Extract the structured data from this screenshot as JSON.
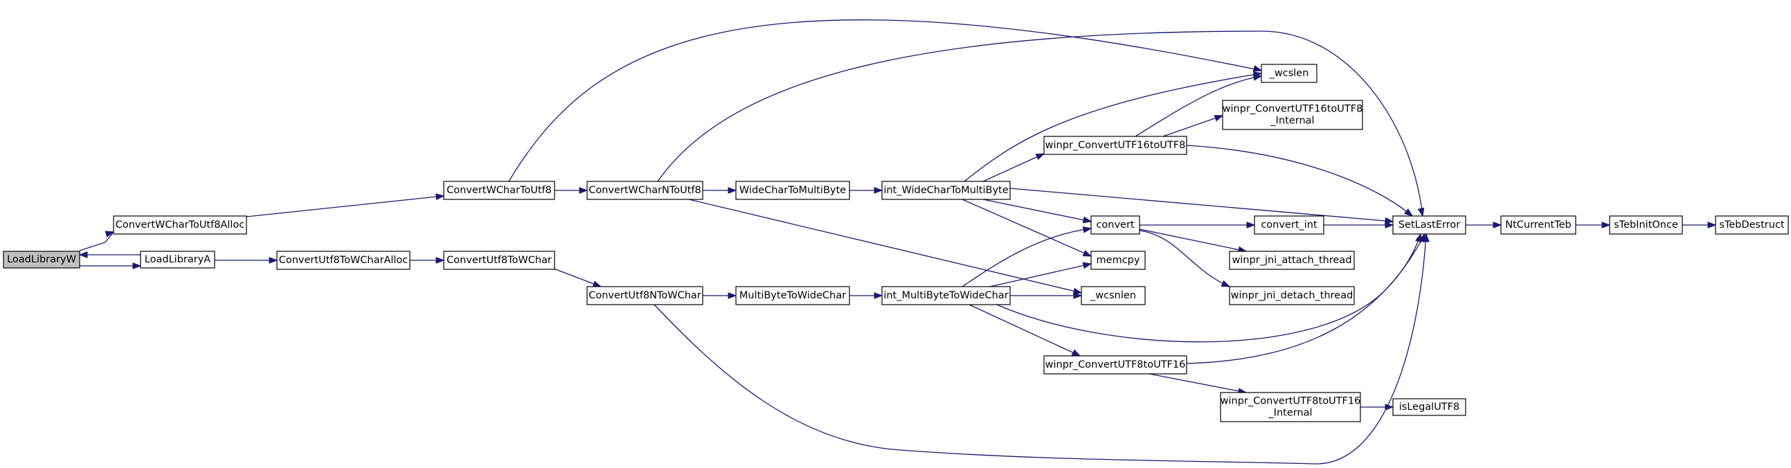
{
  "graph": {
    "nodes": [
      {
        "id": "LoadLibraryW",
        "lines": [
          "LoadLibraryW"
        ],
        "root": true
      },
      {
        "id": "ConvertWCharToUtf8Alloc",
        "lines": [
          "ConvertWCharToUtf8Alloc"
        ]
      },
      {
        "id": "LoadLibraryA",
        "lines": [
          "LoadLibraryA"
        ]
      },
      {
        "id": "ConvertWCharToUtf8",
        "lines": [
          "ConvertWCharToUtf8"
        ]
      },
      {
        "id": "ConvertUtf8ToWCharAlloc",
        "lines": [
          "ConvertUtf8ToWCharAlloc"
        ]
      },
      {
        "id": "ConvertUtf8ToWChar",
        "lines": [
          "ConvertUtf8ToWChar"
        ]
      },
      {
        "id": "ConvertWCharNToUtf8",
        "lines": [
          "ConvertWCharNToUtf8"
        ]
      },
      {
        "id": "ConvertUtf8NToWChar",
        "lines": [
          "ConvertUtf8NToWChar"
        ]
      },
      {
        "id": "WideCharToMultiByte",
        "lines": [
          "WideCharToMultiByte"
        ]
      },
      {
        "id": "MultiByteToWideChar",
        "lines": [
          "MultiByteToWideChar"
        ]
      },
      {
        "id": "int_WideCharToMultiByte",
        "lines": [
          "int_WideCharToMultiByte"
        ]
      },
      {
        "id": "int_MultiByteToWideChar",
        "lines": [
          "int_MultiByteToWideChar"
        ]
      },
      {
        "id": "_wcslen",
        "lines": [
          "_wcslen"
        ]
      },
      {
        "id": "winpr_ConvertUTF16toUTF8_Internal",
        "lines": [
          "winpr_ConvertUTF16toUTF8",
          "_Internal"
        ]
      },
      {
        "id": "winpr_ConvertUTF16toUTF8",
        "lines": [
          "winpr_ConvertUTF16toUTF8"
        ]
      },
      {
        "id": "convert",
        "lines": [
          "convert"
        ]
      },
      {
        "id": "convert_int",
        "lines": [
          "convert_int"
        ]
      },
      {
        "id": "memcpy",
        "lines": [
          "memcpy"
        ]
      },
      {
        "id": "winpr_jni_attach_thread",
        "lines": [
          "winpr_jni_attach_thread"
        ]
      },
      {
        "id": "_wcsnlen",
        "lines": [
          "_wcsnlen"
        ]
      },
      {
        "id": "winpr_jni_detach_thread",
        "lines": [
          "winpr_jni_detach_thread"
        ]
      },
      {
        "id": "winpr_ConvertUTF8toUTF16",
        "lines": [
          "winpr_ConvertUTF8toUTF16"
        ]
      },
      {
        "id": "winpr_ConvertUTF8toUTF16_Internal",
        "lines": [
          "winpr_ConvertUTF8toUTF16",
          "_Internal"
        ]
      },
      {
        "id": "isLegalUTF8",
        "lines": [
          "isLegalUTF8"
        ]
      },
      {
        "id": "SetLastError",
        "lines": [
          "SetLastError"
        ]
      },
      {
        "id": "NtCurrentTeb",
        "lines": [
          "NtCurrentTeb"
        ]
      },
      {
        "id": "sTebInitOnce",
        "lines": [
          "sTebInitOnce"
        ]
      },
      {
        "id": "sTebDestruct",
        "lines": [
          "sTebDestruct"
        ]
      }
    ],
    "edges": [
      {
        "from": "LoadLibraryW",
        "to": "ConvertWCharToUtf8Alloc"
      },
      {
        "from": "LoadLibraryW",
        "to": "LoadLibraryA"
      },
      {
        "from": "LoadLibraryA",
        "to": "LoadLibraryW"
      },
      {
        "from": "LoadLibraryA",
        "to": "ConvertUtf8ToWCharAlloc"
      },
      {
        "from": "ConvertWCharToUtf8Alloc",
        "to": "ConvertWCharToUtf8"
      },
      {
        "from": "ConvertWCharToUtf8",
        "to": "ConvertWCharNToUtf8"
      },
      {
        "from": "ConvertWCharToUtf8",
        "to": "_wcslen"
      },
      {
        "from": "ConvertWCharNToUtf8",
        "to": "WideCharToMultiByte"
      },
      {
        "from": "ConvertWCharNToUtf8",
        "to": "SetLastError"
      },
      {
        "from": "ConvertWCharNToUtf8",
        "to": "_wcsnlen"
      },
      {
        "from": "ConvertUtf8ToWCharAlloc",
        "to": "ConvertUtf8ToWChar"
      },
      {
        "from": "ConvertUtf8ToWChar",
        "to": "ConvertUtf8NToWChar"
      },
      {
        "from": "ConvertUtf8NToWChar",
        "to": "MultiByteToWideChar"
      },
      {
        "from": "ConvertUtf8NToWChar",
        "to": "SetLastError"
      },
      {
        "from": "WideCharToMultiByte",
        "to": "int_WideCharToMultiByte"
      },
      {
        "from": "MultiByteToWideChar",
        "to": "int_MultiByteToWideChar"
      },
      {
        "from": "int_WideCharToMultiByte",
        "to": "_wcslen"
      },
      {
        "from": "int_WideCharToMultiByte",
        "to": "winpr_ConvertUTF16toUTF8"
      },
      {
        "from": "int_WideCharToMultiByte",
        "to": "SetLastError"
      },
      {
        "from": "int_WideCharToMultiByte",
        "to": "convert"
      },
      {
        "from": "int_WideCharToMultiByte",
        "to": "memcpy"
      },
      {
        "from": "int_MultiByteToWideChar",
        "to": "convert"
      },
      {
        "from": "int_MultiByteToWideChar",
        "to": "memcpy"
      },
      {
        "from": "int_MultiByteToWideChar",
        "to": "_wcsnlen"
      },
      {
        "from": "int_MultiByteToWideChar",
        "to": "SetLastError"
      },
      {
        "from": "int_MultiByteToWideChar",
        "to": "winpr_ConvertUTF8toUTF16"
      },
      {
        "from": "winpr_ConvertUTF16toUTF8",
        "to": "_wcslen"
      },
      {
        "from": "winpr_ConvertUTF16toUTF8",
        "to": "winpr_ConvertUTF16toUTF8_Internal"
      },
      {
        "from": "winpr_ConvertUTF16toUTF8",
        "to": "SetLastError"
      },
      {
        "from": "convert",
        "to": "convert_int"
      },
      {
        "from": "convert",
        "to": "winpr_jni_attach_thread"
      },
      {
        "from": "convert",
        "to": "winpr_jni_detach_thread"
      },
      {
        "from": "convert_int",
        "to": "SetLastError"
      },
      {
        "from": "winpr_ConvertUTF8toUTF16",
        "to": "SetLastError"
      },
      {
        "from": "winpr_ConvertUTF8toUTF16",
        "to": "winpr_ConvertUTF8toUTF16_Internal"
      },
      {
        "from": "winpr_ConvertUTF8toUTF16_Internal",
        "to": "isLegalUTF8"
      },
      {
        "from": "SetLastError",
        "to": "NtCurrentTeb"
      },
      {
        "from": "NtCurrentTeb",
        "to": "sTebInitOnce"
      },
      {
        "from": "sTebInitOnce",
        "to": "sTebDestruct"
      }
    ]
  }
}
